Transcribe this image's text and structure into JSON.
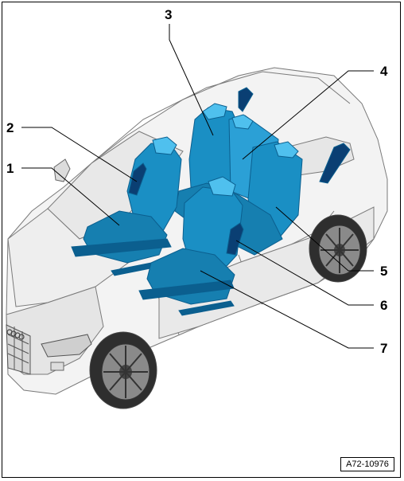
{
  "figure": {
    "id_label": "A72-10976",
    "colors": {
      "seat_fill": "#1a8fc4",
      "seat_dark": "#0b5f8f",
      "seat_highlight": "#4fc0ee",
      "airbag_fill": "#0a3f73",
      "car_outline": "#7a7a7a",
      "car_fill": "#f3f3f3",
      "leader_line": "#000000"
    }
  },
  "callouts": [
    {
      "number": "1"
    },
    {
      "number": "2"
    },
    {
      "number": "3"
    },
    {
      "number": "4"
    },
    {
      "number": "5"
    },
    {
      "number": "6"
    },
    {
      "number": "7"
    }
  ]
}
